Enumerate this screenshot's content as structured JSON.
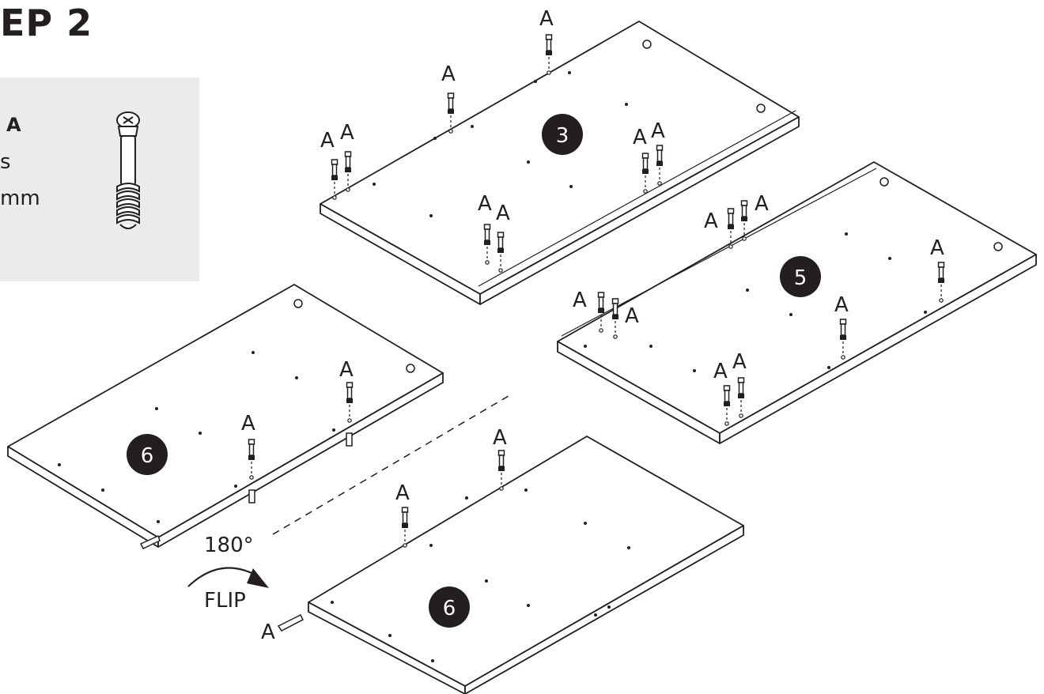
{
  "step": {
    "title": "EP 2"
  },
  "parts_box": {
    "code": "A",
    "quantity_fragment": "s",
    "size_fragment": "mm",
    "hardware_icon": "cam-bolt-icon"
  },
  "panels": [
    {
      "number": "3"
    },
    {
      "number": "5"
    },
    {
      "number": "6"
    },
    {
      "number": "6"
    }
  ],
  "hardware_label": "A",
  "rotation": {
    "angle": "180°",
    "instruction": "FLIP",
    "arrow_icon": "curved-arrow-icon"
  },
  "colors": {
    "ink": "#231f20",
    "panel_fill": "#ffffff",
    "parts_bg": "#ebebeb"
  }
}
